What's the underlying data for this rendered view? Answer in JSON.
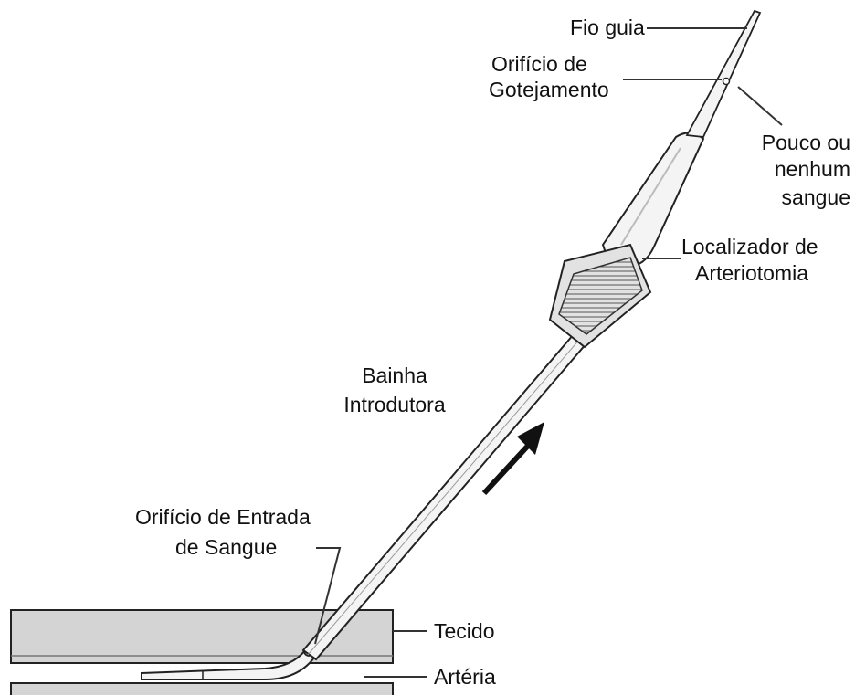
{
  "labels": {
    "guidewire": "Fio guia",
    "drip_hole_line1": "Orifício de",
    "drip_hole_line2": "Gotejamento",
    "little_blood_line1": "Pouco ou",
    "little_blood_line2": "nenhum",
    "little_blood_line3": "sangue",
    "locator_line1": "Localizador de",
    "locator_line2": "Arteriotomia",
    "sheath_line1": "Bainha",
    "sheath_line2": "Introdutora",
    "inlet_line1": "Orifício de Entrada",
    "inlet_line2": "de Sangue",
    "tissue": "Tecido",
    "artery": "Artéria"
  },
  "colors": {
    "tissue_fill": "#d4d4d4",
    "outline": "#222222",
    "leader": "#333333",
    "device_fill": "#f4f4f4",
    "locator_band": "#e2e2e2"
  }
}
